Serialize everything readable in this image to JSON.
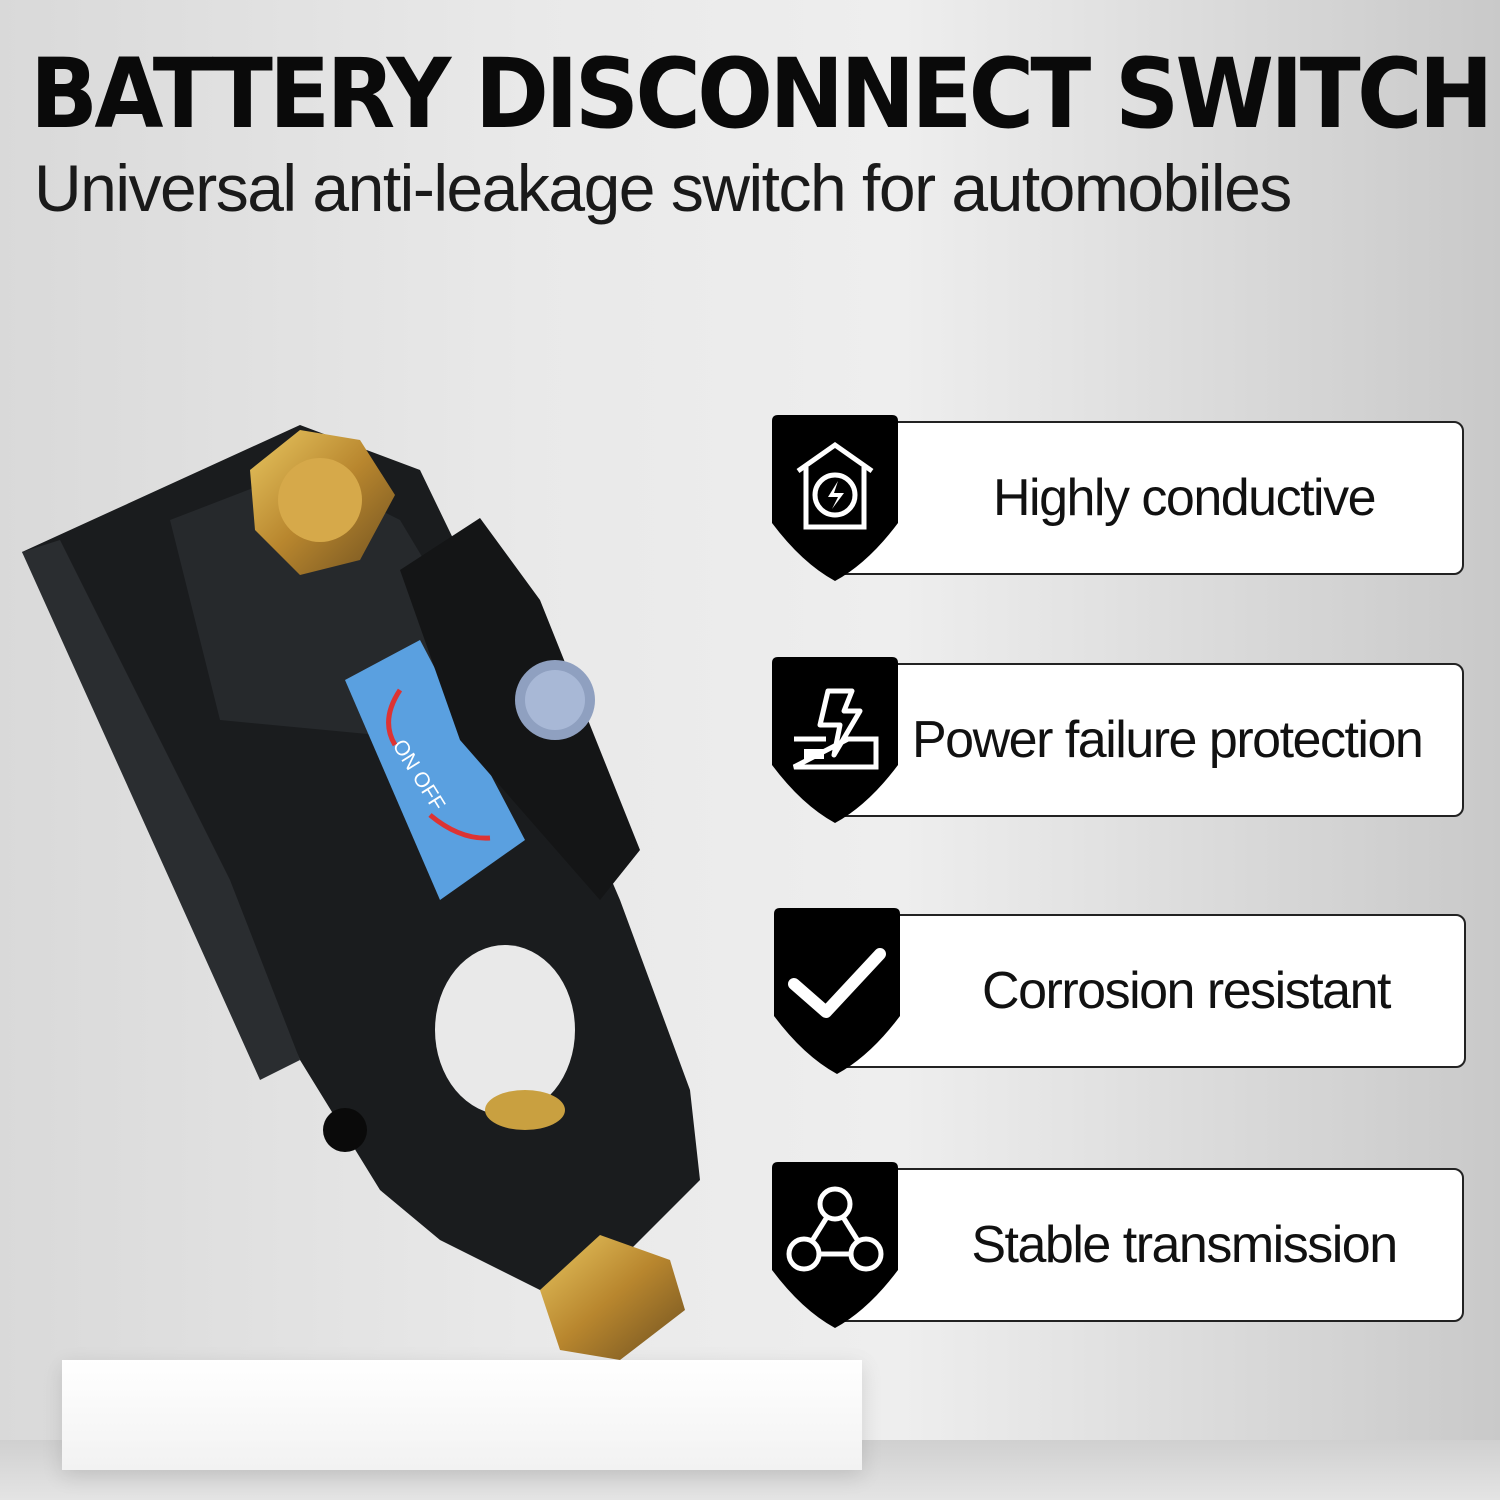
{
  "header": {
    "title": "BATTERY DISCONNECT SWITCH",
    "subtitle": "Universal anti-leakage switch for automobiles"
  },
  "product": {
    "name_icon": "battery-disconnect-switch-photo",
    "label_lettering": "ON OFF"
  },
  "features": [
    {
      "label": "Highly conductive",
      "icon": "house-lightning-icon"
    },
    {
      "label": "Power failure protection",
      "icon": "power-failure-icon"
    },
    {
      "label": "Corrosion resistant",
      "icon": "checkmark-icon"
    },
    {
      "label": "Stable transmission",
      "icon": "network-nodes-icon"
    }
  ],
  "colors": {
    "shield": "#000000",
    "label_plate": "#5aa0e0",
    "bolt": "#c9a040"
  }
}
